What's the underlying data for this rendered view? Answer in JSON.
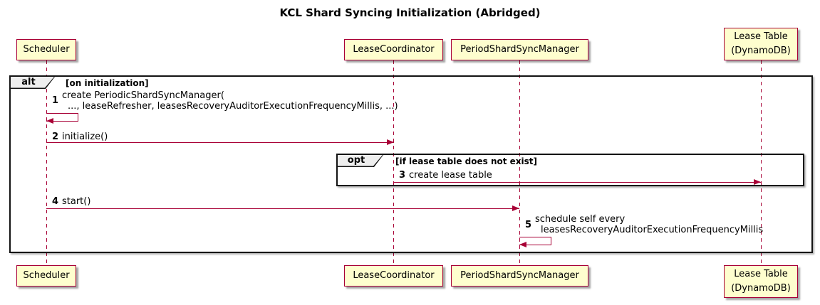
{
  "diagram": {
    "title": "KCL Shard Syncing Initialization (Abridged)",
    "type": "sequence-diagram"
  },
  "colors": {
    "participant_fill": "#FEFECE",
    "accent_border": "#A80036",
    "frame_border": "#131313",
    "frame_label_bg": "#EEEEEE",
    "background": "#FFFFFF"
  },
  "participants": [
    {
      "label": "Scheduler"
    },
    {
      "label": "LeaseCoordinator"
    },
    {
      "label": "PeriodShardSyncManager"
    },
    {
      "label": "Lease Table",
      "sublabel": "(DynamoDB)"
    }
  ],
  "frames": {
    "alt": {
      "keyword": "alt",
      "condition": "[on initialization]"
    },
    "opt": {
      "keyword": "opt",
      "condition": "[if lease table does not exist]"
    }
  },
  "messages": [
    {
      "num": "1",
      "from": "Scheduler",
      "to": "Scheduler",
      "line1": "create PeriodicShardSyncManager(",
      "line2": "..., leaseRefresher, leasesRecoveryAuditorExecutionFrequencyMillis, ...)"
    },
    {
      "num": "2",
      "from": "Scheduler",
      "to": "LeaseCoordinator",
      "line1": "initialize()"
    },
    {
      "num": "3",
      "from": "LeaseCoordinator",
      "to": "Lease Table (DynamoDB)",
      "line1": "create lease table"
    },
    {
      "num": "4",
      "from": "Scheduler",
      "to": "PeriodShardSyncManager",
      "line1": "start()"
    },
    {
      "num": "5",
      "from": "PeriodShardSyncManager",
      "to": "PeriodShardSyncManager",
      "line1": "schedule self every",
      "line2": "leasesRecoveryAuditorExecutionFrequencyMillis"
    }
  ]
}
